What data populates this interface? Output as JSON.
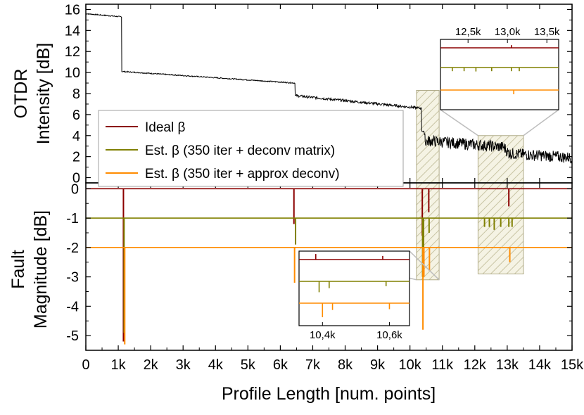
{
  "chart_data": [
    {
      "type": "line",
      "panel": "top",
      "ylabel_lines": [
        "OTDR",
        "Intensity [dB]"
      ],
      "ylim": [
        -0.5,
        16.5
      ],
      "yticks": [
        0,
        2,
        4,
        6,
        8,
        10,
        12,
        14,
        16
      ],
      "ytick_labels": [
        "0",
        "2",
        "4",
        "6",
        "8",
        "10",
        "12",
        "14",
        "16"
      ],
      "series": [
        {
          "color": "#000000",
          "x": [
            0,
            1100,
            1110,
            6450,
            6460,
            10350,
            10360,
            10460,
            10470,
            10600,
            12900,
            13050,
            15000
          ],
          "y": [
            15.6,
            15.3,
            10.1,
            9.0,
            7.8,
            6.6,
            4.5,
            4.2,
            3.4,
            3.5,
            2.9,
            2.3,
            1.9
          ]
        }
      ],
      "highlight_regions": [
        {
          "x": [
            10200,
            10900
          ],
          "y": [
            -0.5,
            8.3
          ]
        },
        {
          "x": [
            12100,
            13500
          ],
          "y": [
            -0.5,
            4.0
          ]
        }
      ],
      "inset": {
        "xticks": [
          12500,
          13000,
          13500
        ],
        "xtick_labels": [
          "12,5k",
          "13,0k",
          "13,5k"
        ]
      }
    },
    {
      "type": "line",
      "panel": "bottom",
      "xlabel": "Profile Length [num. points]",
      "ylabel_lines": [
        "Fault",
        "Magnitude [dB]"
      ],
      "xlim": [
        0,
        15000
      ],
      "ylim": [
        -5.5,
        0.2
      ],
      "xticks": [
        0,
        1000,
        2000,
        3000,
        4000,
        5000,
        6000,
        7000,
        8000,
        9000,
        10000,
        11000,
        12000,
        13000,
        14000,
        15000
      ],
      "xtick_labels": [
        "0",
        "1k",
        "2k",
        "3k",
        "4k",
        "5k",
        "6k",
        "7k",
        "8k",
        "9k",
        "10k",
        "11k",
        "12k",
        "13k",
        "14k",
        "15k"
      ],
      "yticks": [
        0,
        -1,
        -2,
        -3,
        -4,
        -5
      ],
      "ytick_labels": [
        "0",
        "-1",
        "-2",
        "-3",
        "-4",
        "-5"
      ],
      "legend": {
        "placement": "inside, spanning both panels on the left",
        "entries": [
          {
            "label": "Ideal β",
            "color": "#8b0000"
          },
          {
            "label": "Est. β (350 iter + deconv matrix)",
            "color": "#808000"
          },
          {
            "label": "Est. β (350 iter + approx deconv)",
            "color": "#ff8c00"
          }
        ]
      },
      "series": [
        {
          "name": "Ideal β",
          "color": "#8b0000",
          "baseline": 0,
          "spikes": [
            {
              "x": 1160,
              "y": -5.2
            },
            {
              "x": 6420,
              "y": -1.2
            },
            {
              "x": 10380,
              "y": -1.6
            },
            {
              "x": 10580,
              "y": -0.8
            },
            {
              "x": 13050,
              "y": -0.6
            }
          ]
        },
        {
          "name": "Est. β (350 iter + deconv matrix)",
          "color": "#808000",
          "baseline": -1,
          "spikes": [
            {
              "x": 1180,
              "y": -4.9
            },
            {
              "x": 6470,
              "y": -1.9
            },
            {
              "x": 10390,
              "y": -3.0
            },
            {
              "x": 10420,
              "y": -2.0
            },
            {
              "x": 10590,
              "y": -1.5
            },
            {
              "x": 12300,
              "y": -1.3
            },
            {
              "x": 12450,
              "y": -1.3
            },
            {
              "x": 12600,
              "y": -1.4
            },
            {
              "x": 12800,
              "y": -1.3
            },
            {
              "x": 13050,
              "y": -1.3
            },
            {
              "x": 13150,
              "y": -1.3
            }
          ]
        },
        {
          "name": "Est. β (350 iter + approx deconv)",
          "color": "#ff8c00",
          "baseline": -2,
          "spikes": [
            {
              "x": 1200,
              "y": -5.3
            },
            {
              "x": 6440,
              "y": -3.2
            },
            {
              "x": 10400,
              "y": -4.8
            },
            {
              "x": 10430,
              "y": -3.0
            },
            {
              "x": 10600,
              "y": -2.8
            },
            {
              "x": 13080,
              "y": -2.5
            }
          ]
        }
      ],
      "inset": {
        "xticks": [
          10400,
          10600
        ],
        "xtick_labels": [
          "10,4k",
          "10,6k"
        ]
      }
    }
  ]
}
